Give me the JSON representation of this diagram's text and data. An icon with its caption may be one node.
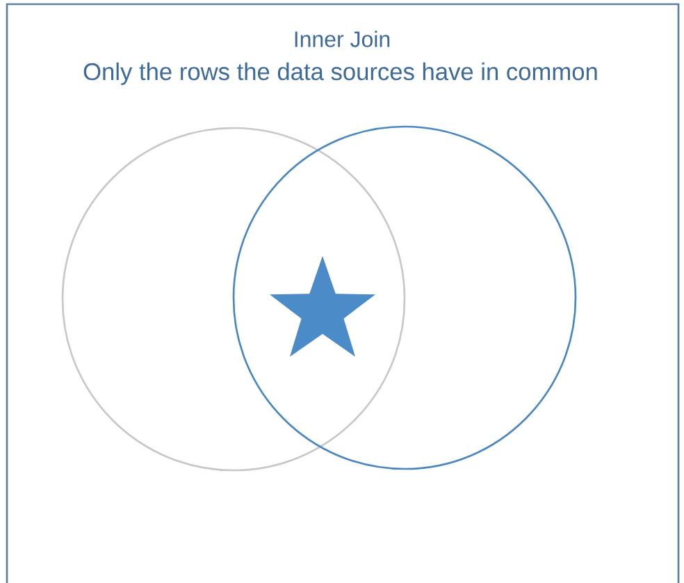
{
  "diagram": {
    "title": "Inner Join",
    "nodes": [
      {
        "text": [],
        "shape": "circle"
      },
      {
        "text": [],
        "shape": "circle"
      }
    ],
    "labels": [
      "Only the rows the data sources have in common"
    ]
  }
}
